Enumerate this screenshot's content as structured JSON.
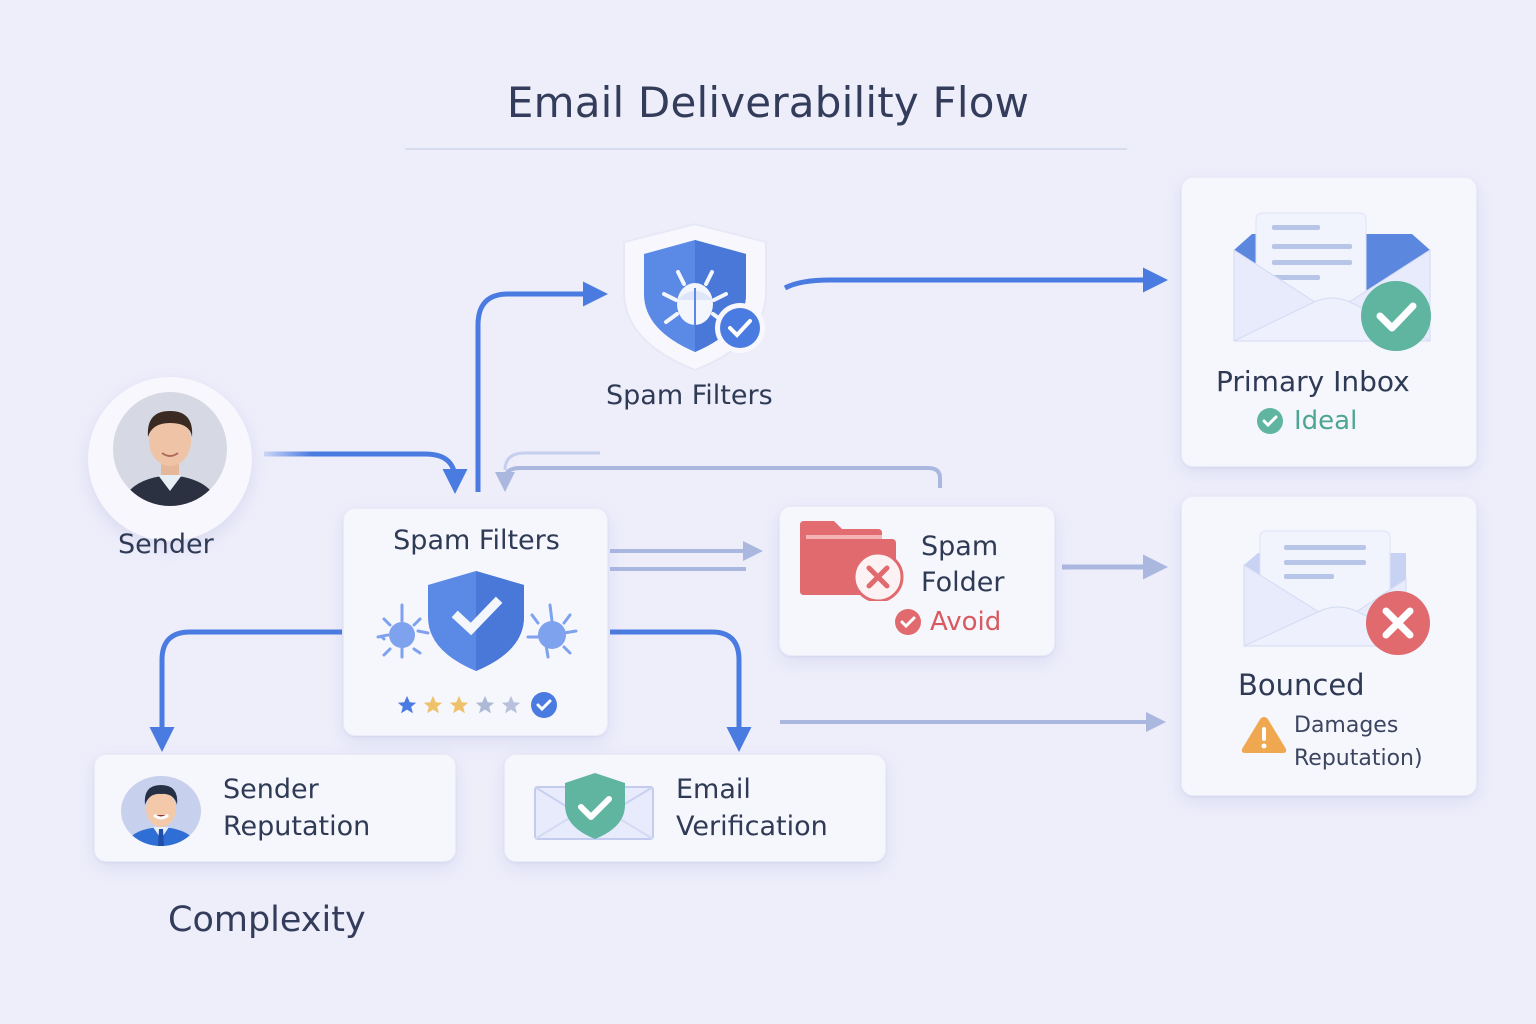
{
  "title": "Email Deliverability Flow",
  "colors": {
    "background": "#eeeefb",
    "primary_blue": "#4a7be0",
    "muted_blue": "#aab8e0",
    "success_green": "#5fb5a0",
    "danger_red": "#e06a6e",
    "warning_orange": "#f0a850",
    "text_dark": "#2f3a55"
  },
  "nodes": {
    "sender": {
      "label": "Sender",
      "icon": "person-avatar"
    },
    "spam_filters_top": {
      "label": "Spam Filters",
      "icon": "shield-bug-check-icon"
    },
    "spam_filters_main": {
      "label": "Spam Filters",
      "icon": "shield-check-icon",
      "rating": {
        "stars_total": 5,
        "highlighted_stars": 3,
        "verified": true
      }
    },
    "primary_inbox": {
      "label": "Primary Inbox",
      "status": "Ideal",
      "icon": "envelope-check-icon"
    },
    "spam_folder": {
      "label_line1": "Spam",
      "label_line2": "Folder",
      "status": "Avoid",
      "icon": "folder-x-icon"
    },
    "bounced": {
      "label": "Bounced",
      "note_line1": "Damages",
      "note_line2": "Reputation)",
      "icon": "envelope-x-icon"
    },
    "sender_reputation": {
      "label_line1": "Sender",
      "label_line2": "Reputation",
      "icon": "businessman-avatar"
    },
    "email_verification": {
      "label_line1": "Email",
      "label_line2": "Verification",
      "icon": "envelope-shield-icon"
    }
  },
  "footer_label": "Complexity",
  "edges": [
    {
      "from": "sender",
      "to": "spam_filters_main"
    },
    {
      "from": "spam_filters_main",
      "to": "spam_filters_top"
    },
    {
      "from": "spam_filters_top",
      "to": "primary_inbox"
    },
    {
      "from": "spam_folder",
      "to": "spam_filters_main"
    },
    {
      "from": "spam_filters_main",
      "to": "spam_folder"
    },
    {
      "from": "spam_folder",
      "to": "bounced"
    },
    {
      "from": "spam_filters_main",
      "to": "sender_reputation"
    },
    {
      "from": "spam_filters_main",
      "to": "email_verification"
    },
    {
      "from": "email_verification",
      "to": "bounced"
    }
  ]
}
